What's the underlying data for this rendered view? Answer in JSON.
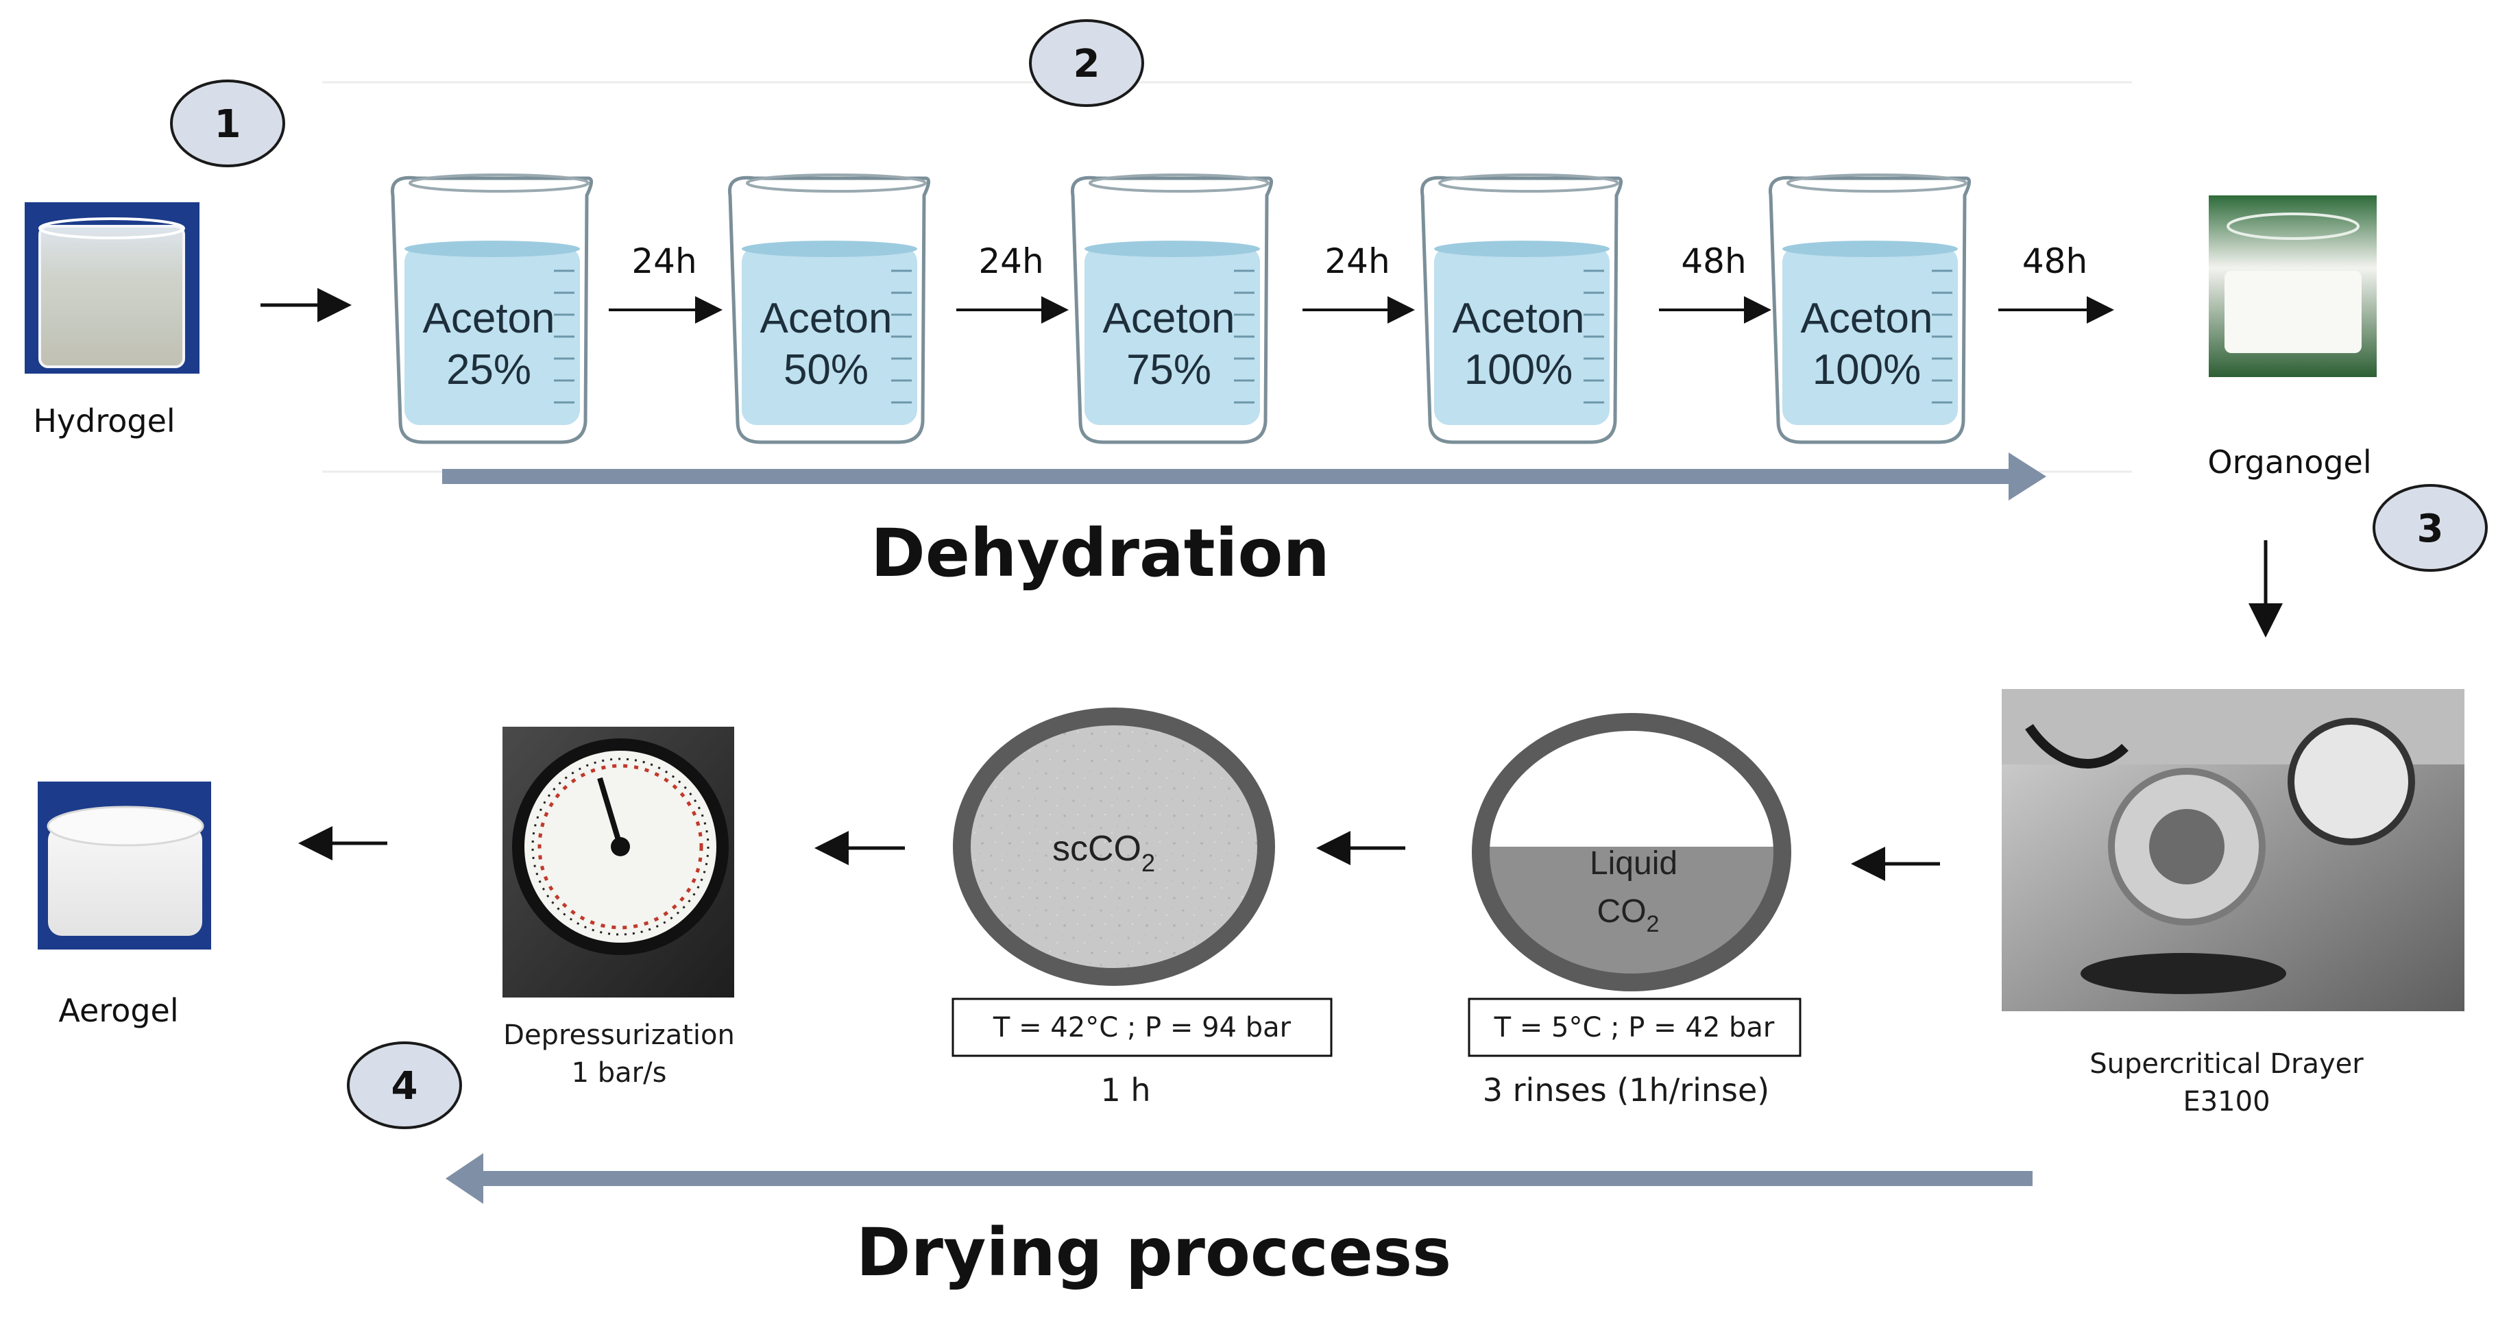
{
  "steps": {
    "step1": "1",
    "step2": "2",
    "step3": "3",
    "step4": "4"
  },
  "stages": {
    "hydrogel": "Hydrogel",
    "organogel": "Organogel",
    "aerogel": "Aerogel",
    "dryer_line1": "Supercritical Drayer",
    "dryer_line2": "E3100",
    "depress_line1": "Depressurization",
    "depress_line2": "1 bar/s"
  },
  "beakers": [
    {
      "name": "Aceton",
      "pct": "25%"
    },
    {
      "name": "Aceton",
      "pct": "50%"
    },
    {
      "name": "Aceton",
      "pct": "75%"
    },
    {
      "name": "Aceton",
      "pct": "100%"
    },
    {
      "name": "Aceton",
      "pct": "100%"
    }
  ],
  "durations": [
    "24h",
    "24h",
    "24h",
    "48h",
    "48h"
  ],
  "phases": {
    "dehydration": "Dehydration",
    "drying": "Drying proccess"
  },
  "vessels": {
    "liquid_line1": "Liquid",
    "liquid_co2": "CO",
    "liquid_sub": "2",
    "liquid_cond": "T = 5°C ; P = 42 bar",
    "liquid_time": "3 rinses (1h/rinse)",
    "sc_label": "scCO",
    "sc_sub": "2",
    "sc_cond": "T = 42°C ; P = 94 bar",
    "sc_time": "1 h"
  },
  "colors": {
    "beaker_liquid": "#bfe0ee",
    "phase_arrow": "#7f8fa6",
    "badge_fill": "#d8dee9",
    "vessel_ring": "#5b5b5b"
  }
}
